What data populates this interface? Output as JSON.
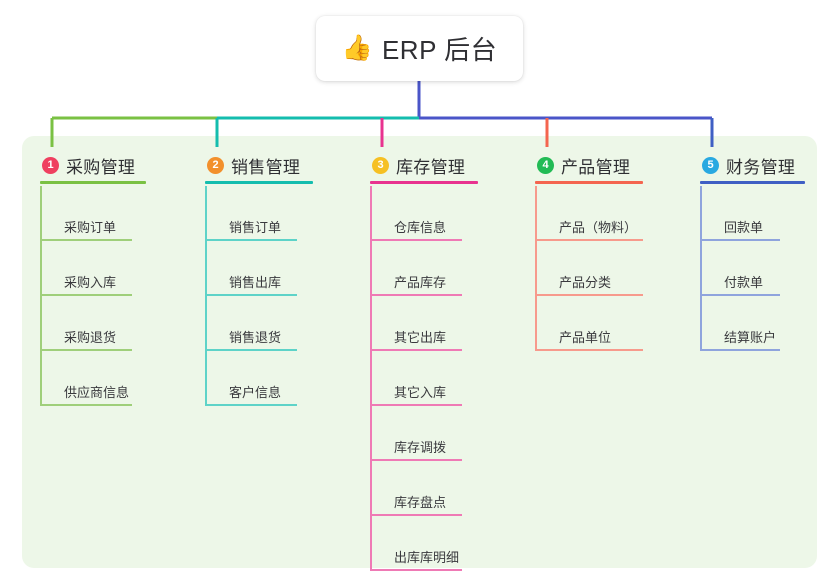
{
  "root": {
    "emoji": "👍",
    "emoji_name": "thumbs-up-icon",
    "title": "ERP 后台"
  },
  "theme": {
    "page_background": "#ffffff",
    "panel_background": "#edf7e8",
    "root_card_background": "#ffffff",
    "text_color": "#2f2f33",
    "trunk_color": "#4a55c8",
    "bar_green": "#7ac143",
    "bar_teal": "#14bdae",
    "bar_blue": "#4a55c8"
  },
  "columns": [
    {
      "index": "1",
      "title": "采购管理",
      "badge_color": "#ef4060",
      "line_color": "#7ac143",
      "leaf_line_color": "#9fcf7a",
      "items": [
        "采购订单",
        "采购入库",
        "采购退货",
        "供应商信息"
      ]
    },
    {
      "index": "2",
      "title": "销售管理",
      "badge_color": "#f2902c",
      "line_color": "#14bdae",
      "leaf_line_color": "#5ed3c8",
      "items": [
        "销售订单",
        "销售出库",
        "销售退货",
        "客户信息"
      ]
    },
    {
      "index": "3",
      "title": "库存管理",
      "badge_color": "#f6c023",
      "line_color": "#e8338f",
      "leaf_line_color": "#ef7ab5",
      "items": [
        "仓库信息",
        "产品库存",
        "其它出库",
        "其它入库",
        "库存调拨",
        "库存盘点",
        "出库库明细"
      ]
    },
    {
      "index": "4",
      "title": "产品管理",
      "badge_color": "#22bb55",
      "line_color": "#f4654f",
      "leaf_line_color": "#f79a8c",
      "items": [
        "产品（物料）",
        "产品分类",
        "产品单位"
      ]
    },
    {
      "index": "5",
      "title": "财务管理",
      "badge_color": "#29a9e1",
      "line_color": "#3f5fc4",
      "leaf_line_color": "#8fa4dd",
      "items": [
        "回款单",
        "付款单",
        "结算账户"
      ]
    }
  ]
}
